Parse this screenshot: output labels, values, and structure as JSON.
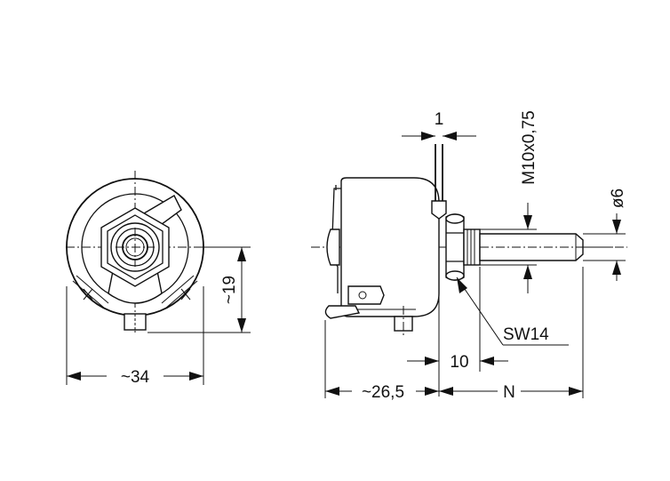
{
  "dimensions": {
    "front_width": "~34",
    "front_height": "~19",
    "body_depth": "~26,5",
    "flange": "1",
    "thread": "M10x0,75",
    "shaft_diameter": "ø6",
    "wrench_size": "SW14",
    "bushing_length": "10",
    "shaft_length": "N"
  }
}
